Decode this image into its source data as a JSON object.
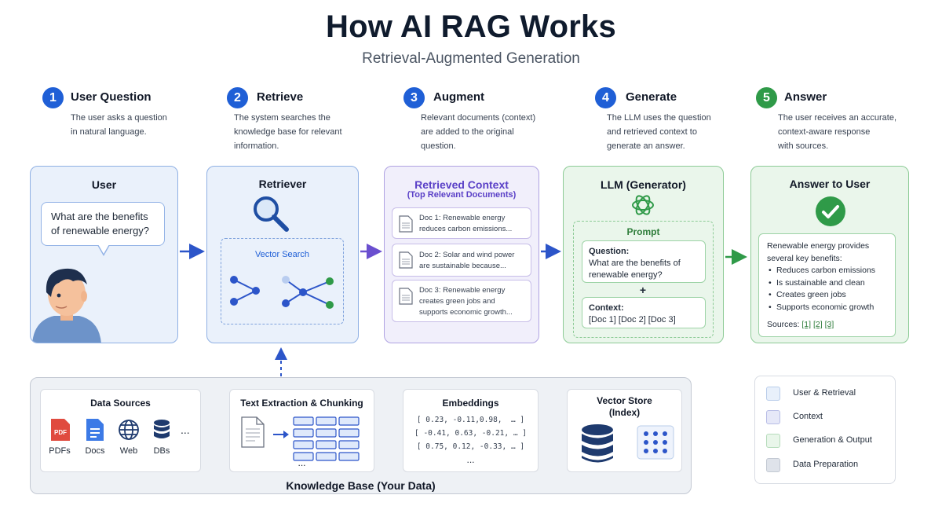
{
  "header": {
    "title": "How AI RAG Works",
    "subtitle": "Retrieval-Augmented Generation"
  },
  "steps": [
    {
      "number": "1",
      "title": "User Question",
      "line1": "The user asks a question",
      "line2": "in natural language.",
      "line3": "",
      "color": "#1f5fd6"
    },
    {
      "number": "2",
      "title": "Retrieve",
      "line1": "The system searches the",
      "line2": "knowledge base for relevant",
      "line3": "information.",
      "color": "#1f5fd6"
    },
    {
      "number": "3",
      "title": "Augment",
      "line1": "Relevant documents (context)",
      "line2": "are added to the original",
      "line3": "question.",
      "color": "#1f5fd6"
    },
    {
      "number": "4",
      "title": "Generate",
      "line1": "The LLM uses the question",
      "line2": "and retrieved context to",
      "line3": "generate an answer.",
      "color": "#1f5fd6"
    },
    {
      "number": "5",
      "title": "Answer",
      "line1": "The user receives an accurate,",
      "line2": "context-aware response",
      "line3": "with sources.",
      "color": "#2f9a48"
    }
  ],
  "user_card": {
    "title": "User",
    "question_line1": "What are the benefits",
    "question_line2": "of renewable energy?"
  },
  "retriever_card": {
    "title": "Retriever",
    "vector_search_label": "Vector Search"
  },
  "context_card": {
    "title": "Retrieved Context",
    "subtitle": "(Top Relevant Documents)",
    "docs": [
      {
        "line1": "Doc 1: Renewable energy",
        "line2": "reduces carbon emissions...",
        "line3": ""
      },
      {
        "line1": "Doc 2: Solar and wind power",
        "line2": "are sustainable because...",
        "line3": ""
      },
      {
        "line1": "Doc 3: Renewable energy",
        "line2": "creates green jobs and",
        "line3": "supports economic growth..."
      }
    ]
  },
  "llm_card": {
    "title": "LLM (Generator)",
    "prompt_label": "Prompt",
    "question_label": "Question:",
    "question_line1": "What are the benefits of",
    "question_line2": "renewable energy?",
    "plus": "+",
    "context_label": "Context:",
    "context_value": "[Doc 1] [Doc 2] [Doc 3]"
  },
  "answer_card": {
    "title": "Answer to User",
    "intro_line1": "Renewable energy provides",
    "intro_line2": "several key benefits:",
    "bullets": [
      "Reduces carbon emissions",
      "Is sustainable and clean",
      "Creates green jobs",
      "Supports economic growth"
    ],
    "sources_label": "Sources:",
    "sources": [
      "[1]",
      "[2]",
      "[3]"
    ]
  },
  "knowledge_base": {
    "title": "Knowledge Base (Your Data)",
    "data_sources": {
      "title": "Data Sources",
      "items": [
        "PDFs",
        "Docs",
        "Web",
        "DBs"
      ],
      "more": "...",
      "pdf_icon_text": "PDF"
    },
    "chunking": {
      "title": "Text Extraction & Chunking",
      "more": "..."
    },
    "embeddings": {
      "title": "Embeddings",
      "rows": [
        "[ 0.23, -0.11,0.98,  … ]",
        "[ -0.41, 0.63, -0.21, … ]",
        "[ 0.75, 0.12, -0.33, … ]"
      ],
      "more": "..."
    },
    "vector_store": {
      "title_line1": "Vector Store",
      "title_line2": "(Index)"
    }
  },
  "legend": {
    "items": [
      {
        "label": "User & Retrieval",
        "color": "#e8f0fb",
        "border": "#b9cdea"
      },
      {
        "label": "Context",
        "color": "#e6e8f8",
        "border": "#b8bde6"
      },
      {
        "label": "Generation & Output",
        "color": "#e9f6ea",
        "border": "#b6dcbb"
      },
      {
        "label": "Data Preparation",
        "color": "#dfe3ea",
        "border": "#c3c9d3"
      }
    ]
  },
  "colors": {
    "blue": "#1f5fd6",
    "purple": "#6a4fcf",
    "green": "#2f9a48",
    "arrow_blue": "#2c55c9"
  }
}
